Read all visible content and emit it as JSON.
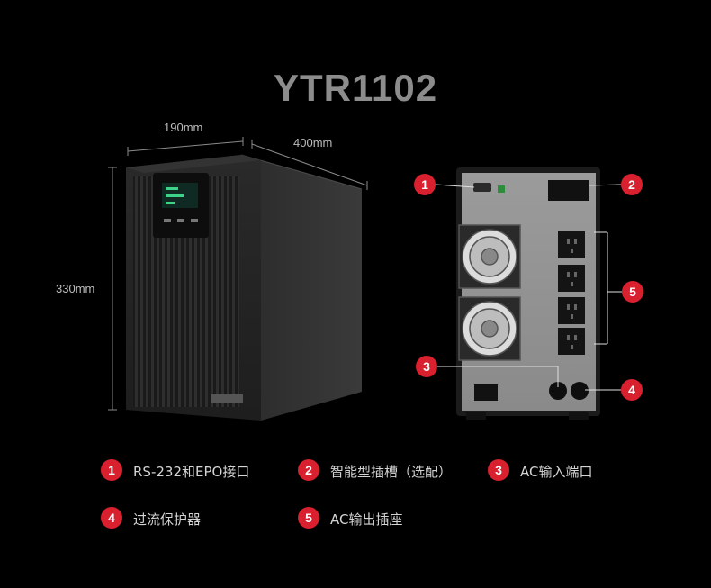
{
  "title": "YTR1102",
  "dimensions": {
    "width": "190mm",
    "depth": "400mm",
    "height": "330mm"
  },
  "callouts": [
    {
      "num": "1",
      "label": "RS-232和EPO接口"
    },
    {
      "num": "2",
      "label": "智能型插槽（选配）"
    },
    {
      "num": "3",
      "label": "AC输入端口"
    },
    {
      "num": "4",
      "label": "过流保护器"
    },
    {
      "num": "5",
      "label": "AC输出插座"
    }
  ],
  "colors": {
    "marker": "#d8202e",
    "background": "#000000",
    "title": "#8c8c8c"
  },
  "icons": {
    "front_unit": "ups-front-image",
    "rear_unit": "ups-rear-image"
  }
}
